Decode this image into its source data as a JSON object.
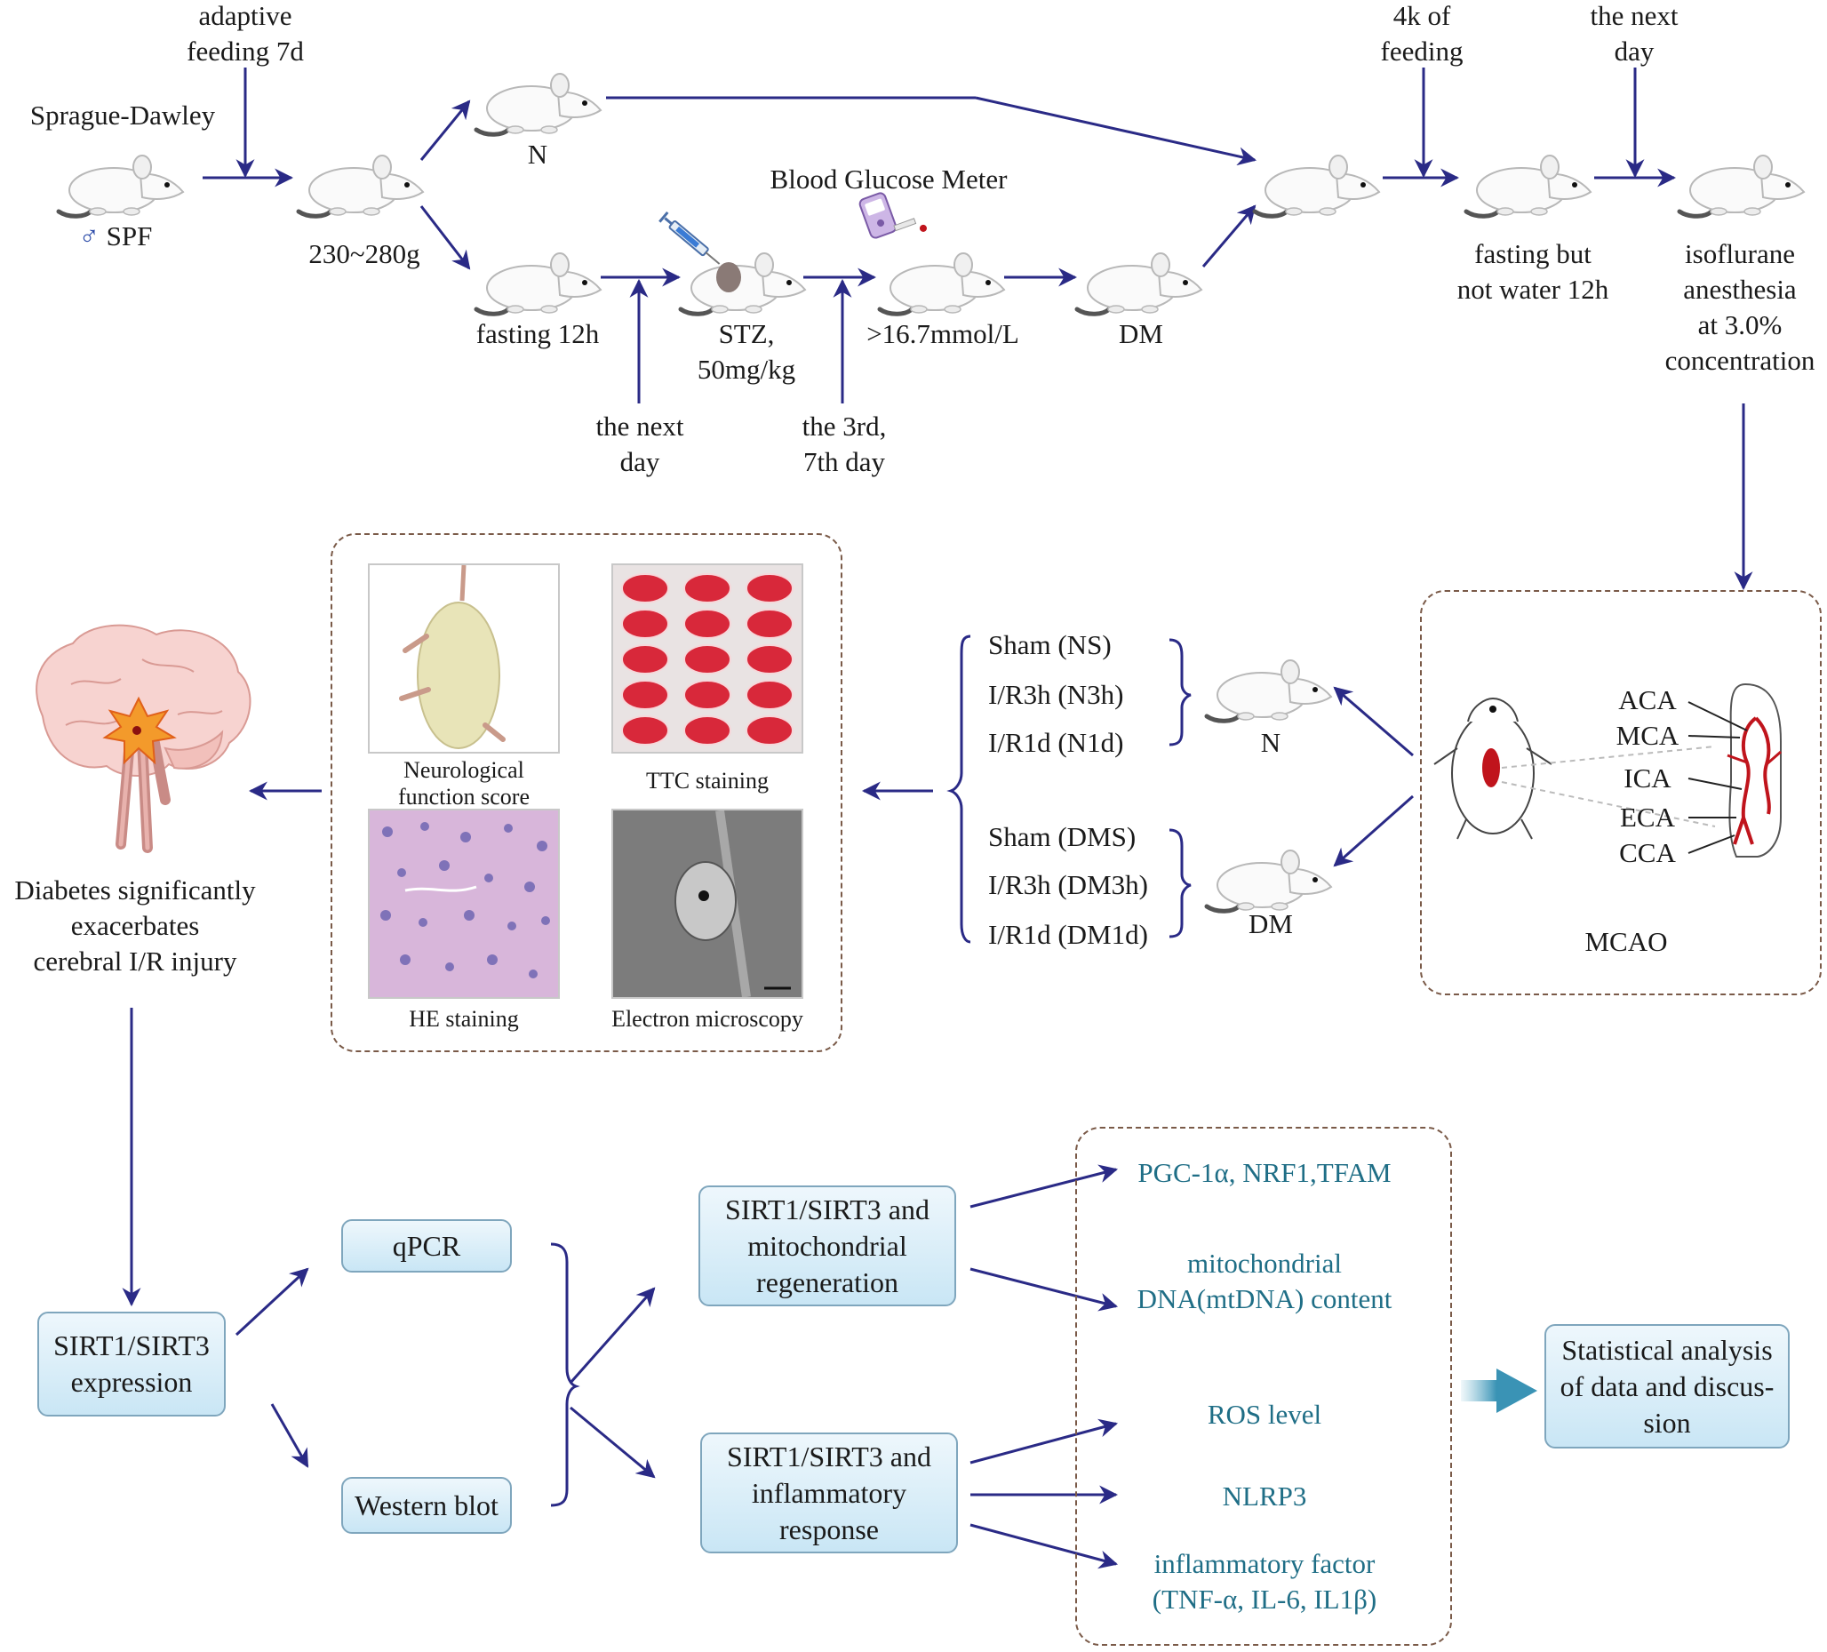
{
  "colors": {
    "arrow": "#2a2a86",
    "teal_text": "#1f6e86",
    "box_fill": "#d6edf8",
    "box_border": "#7fa6bd",
    "dashed_border": "#7a5a48",
    "brain_pink": "#f7d3d0",
    "artery_red": "#c0141c"
  },
  "icons": [
    "rat-icon",
    "syringe-icon",
    "glucometer-icon",
    "brain-icon",
    "lesion-icon",
    "artery-map-icon",
    "fat-arrow-icon"
  ],
  "top": {
    "sd_label": "Sprague-Dawley",
    "male_symbol": "♂",
    "spf_label": "SPF",
    "adaptive_label": [
      "adaptive",
      "feeding 7d"
    ],
    "weight_label": "230~280g",
    "n_label": "N",
    "fasting_label": "fasting 12h",
    "next_day_label": [
      "the next",
      "day"
    ],
    "bgm_label": "Blood Glucose Meter",
    "stz_label": [
      "STZ,",
      "50mg/kg"
    ],
    "day37_label": [
      "the 3rd,",
      "7th day"
    ],
    "glucose_label": ">16.7mmol/L",
    "dm_label": "DM",
    "feeding4k_label": [
      "4k of",
      "feeding"
    ],
    "next_day2_label": [
      "the next",
      "day"
    ],
    "fasting2_label": [
      "fasting but",
      "not water 12h"
    ],
    "anesthesia_label": [
      "isoflurane",
      "anesthesia",
      "at 3.0%",
      "concentration"
    ]
  },
  "mcao": {
    "label": "MCAO",
    "arteries": [
      "ACA",
      "MCA",
      "ICA",
      "ECA",
      "CCA"
    ]
  },
  "groups": {
    "n_items": [
      "Sham (NS)",
      "I/R3h (N3h)",
      "I/R1d (N1d)"
    ],
    "n_label": "N",
    "dm_items": [
      "Sham (DMS)",
      "I/R3h (DM3h)",
      "I/R1d (DM1d)"
    ],
    "dm_label": "DM"
  },
  "assays": {
    "neuro_label": [
      "Neurological",
      "function score"
    ],
    "ttc_label": "TTC staining",
    "he_label": "HE staining",
    "em_label": "Electron microscopy"
  },
  "conclusion": [
    "Diabetes significantly",
    "exacerbates",
    "cerebral I/R injury"
  ],
  "bottom": {
    "sirt_box": [
      "SIRT1/SIRT3",
      "expression"
    ],
    "qpcr_box": "qPCR",
    "wb_box": "Western blot",
    "mito_box": [
      "SIRT1/SIRT3 and",
      "mitochondrial",
      "regeneration"
    ],
    "inflam_box": [
      "SIRT1/SIRT3 and",
      "inflammatory",
      "response"
    ],
    "outcomes": {
      "pgc": "PGC-1α, NRF1,TFAM",
      "mtdna": [
        "mitochondrial",
        "DNA(mtDNA) content"
      ],
      "ros": "ROS level",
      "nlrp3": "NLRP3",
      "inflam_factor": [
        "inflammatory factor",
        "(TNF-α, IL-6, IL1β)"
      ]
    },
    "stats_box": [
      "Statistical analysis",
      "of data and discus-",
      "sion"
    ]
  }
}
